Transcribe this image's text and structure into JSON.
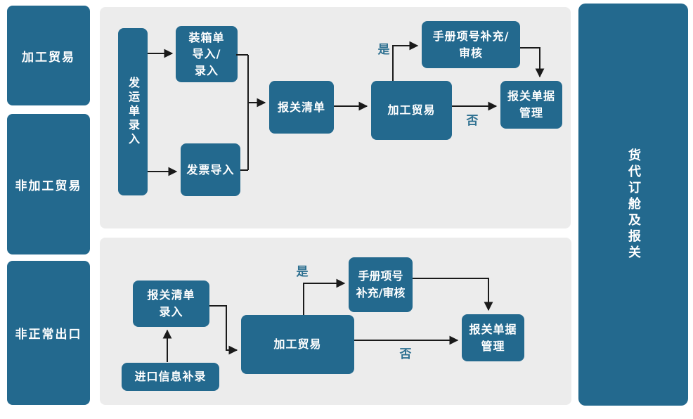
{
  "colors": {
    "node_blue": "#23698e",
    "panel_gray": "#ececec",
    "edge_label_blue": "#2f7191",
    "arrow_black": "#1a1a1a",
    "node_text_white": "#ffffff",
    "background_white": "#ffffff"
  },
  "sidebar": {
    "items": [
      {
        "label": "加工贸易"
      },
      {
        "label": "非加工贸易"
      },
      {
        "label": "非正常出口"
      }
    ]
  },
  "right_banner": {
    "label": "货代订舱及报关"
  },
  "flow_top": {
    "nodes": {
      "shipping_entry": {
        "label": "发运单录入"
      },
      "packing_import": {
        "label": "装箱单\n导入/\n录入"
      },
      "invoice_import": {
        "label": "发票导入"
      },
      "customs_list": {
        "label": "报关清单"
      },
      "processing_trade": {
        "label": "加工贸易"
      },
      "manual_item_check": {
        "label": "手册项号补充/\n审核"
      },
      "customs_doc_mgmt": {
        "label": "报关单据\n管理"
      }
    },
    "edge_labels": {
      "yes": "是",
      "no": "否"
    }
  },
  "flow_bottom": {
    "nodes": {
      "customs_list_entry": {
        "label": "报关清单\n录入"
      },
      "import_info_entry": {
        "label": "进口信息补录"
      },
      "processing_trade": {
        "label": "加工贸易"
      },
      "manual_item_check": {
        "label": "手册项号\n补充/审核"
      },
      "customs_doc_mgmt": {
        "label": "报关单据\n管理"
      }
    },
    "edge_labels": {
      "yes": "是",
      "no": "否"
    }
  }
}
